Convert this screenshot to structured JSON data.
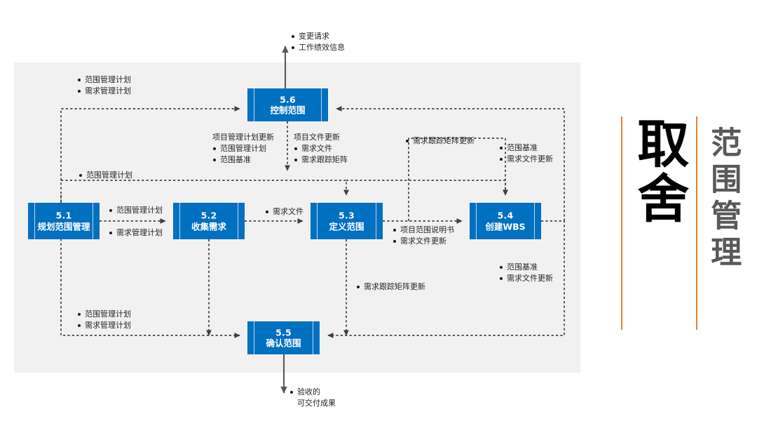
{
  "diagram": {
    "title_main": "取舍",
    "title_sub": "范围管理",
    "accent_color": "#ed7d31",
    "box_color": "#0070c0",
    "panel_color": "#f1f1f1",
    "processes": [
      {
        "id": "5.1",
        "number": "5.1",
        "name": "规划范围管理"
      },
      {
        "id": "5.2",
        "number": "5.2",
        "name": "收集需求"
      },
      {
        "id": "5.3",
        "number": "5.3",
        "name": "定义范围"
      },
      {
        "id": "5.4",
        "number": "5.4",
        "name": "创建WBS"
      },
      {
        "id": "5.5",
        "number": "5.5",
        "name": "确认范围"
      },
      {
        "id": "5.6",
        "number": "5.6",
        "name": "控制范围"
      }
    ],
    "annotations": {
      "top_output": {
        "items": [
          "变更请求",
          "工作绩效信息"
        ]
      },
      "upper_left_to_56": {
        "items": [
          "范围管理计划",
          "需求管理计划"
        ]
      },
      "pm_plan_updates": {
        "header": "项目管理计划更新",
        "items": [
          "范围管理计划",
          "范围基准"
        ]
      },
      "project_doc_updates": {
        "header": "项目文件更新",
        "items": [
          "需求文件",
          "需求跟踪矩阵"
        ]
      },
      "rtm_update_upper": {
        "items": [
          "需求跟踪矩阵更新"
        ]
      },
      "scope_baseline_upper": {
        "items": [
          "范围基准",
          "需求文件更新"
        ]
      },
      "scope_plan_mid": {
        "items": [
          "范围管理计划"
        ]
      },
      "plan_to_collect": {
        "items": [
          "范围管理计划",
          "需求管理计划"
        ]
      },
      "requirements_doc": {
        "items": [
          "需求文件"
        ]
      },
      "scope_statement": {
        "items": [
          "项目范围说明书",
          "需求文件更新"
        ]
      },
      "scope_baseline_lower": {
        "items": [
          "范围基准",
          "需求文件更新"
        ]
      },
      "rtm_update_lower": {
        "items": [
          "需求跟踪矩阵更新"
        ]
      },
      "plan_to_validate": {
        "items": [
          "范围管理计划",
          "需求管理计划"
        ]
      },
      "bottom_output": {
        "items": [
          "验收的",
          "可交付成果"
        ]
      }
    }
  }
}
